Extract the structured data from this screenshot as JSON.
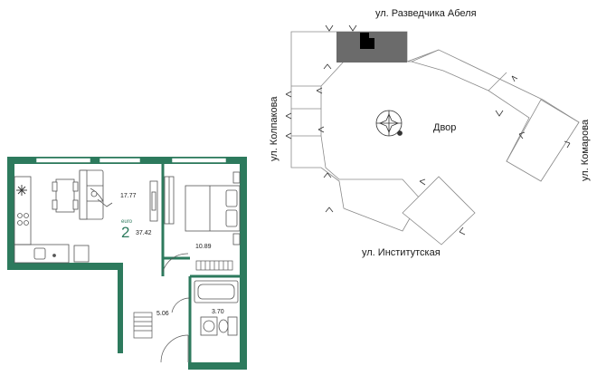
{
  "apartment": {
    "rooms_count": "2",
    "type_label": "euro",
    "total_area": "37.42",
    "rooms": {
      "living_kitchen": "17.77",
      "bedroom": "10.89",
      "hallway": "5.06",
      "bathroom": "3.70"
    }
  },
  "site_plan": {
    "courtyard_label": "Двор",
    "streets": {
      "top": "ул. Разведчика Абеля",
      "left": "ул. Колпакова",
      "right": "ул. Комарова",
      "bottom": "ул. Институтская"
    }
  },
  "colors": {
    "wall": "#2d7a5d",
    "accent": "#2d7a5d",
    "highlight_section": "#6b6b6b",
    "outline": "#8a8a8a",
    "furniture": "#555555"
  }
}
